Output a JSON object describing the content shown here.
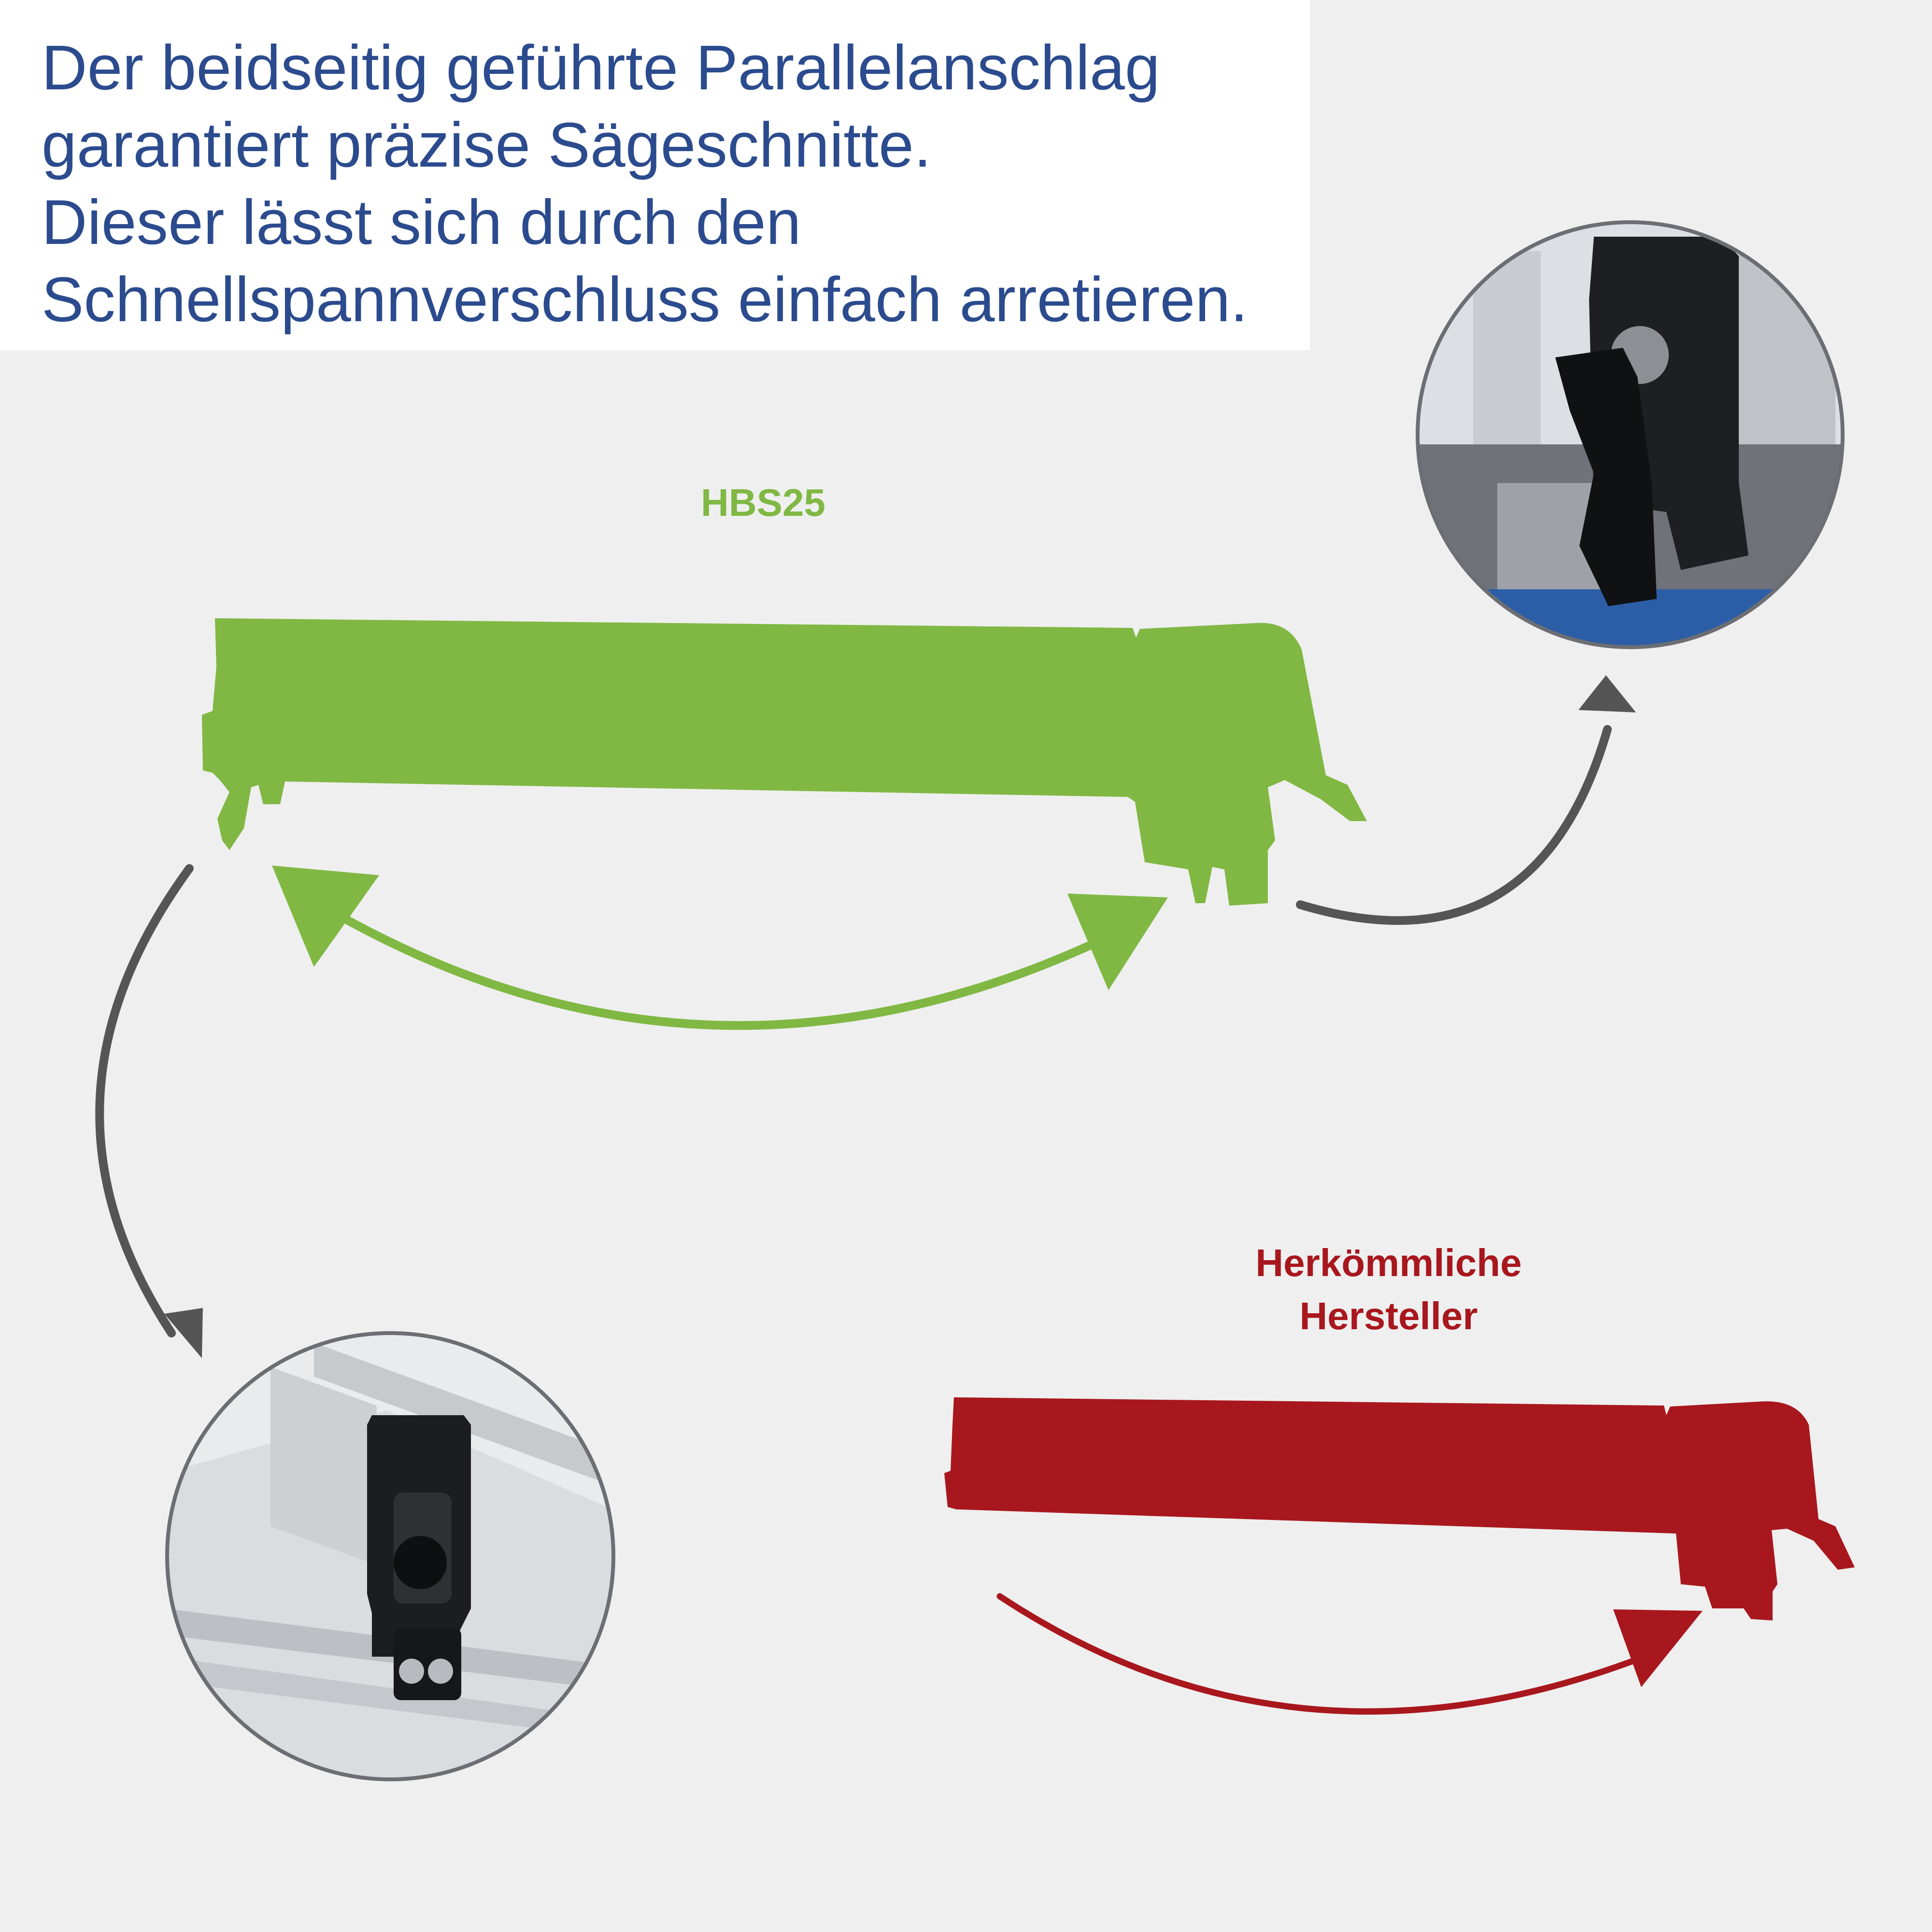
{
  "headline": {
    "line1": "Der beidseitig geführte Parallelanschlag",
    "line2": "garantiert präzise Sägeschnitte.",
    "line3": "Dieser lässt sich durch den",
    "line4": "Schnellspannverschluss einfach arretieren."
  },
  "products": {
    "hbs25": {
      "label": "HBS25",
      "color": "#80b843"
    },
    "conventional": {
      "line1": "Herkömmliche",
      "line2": "Hersteller",
      "color": "#a8171d"
    }
  },
  "colors": {
    "headline_text": "#2b4b8e",
    "arrow_gray": "#555555",
    "background": "#efefef"
  },
  "insets": [
    {
      "name": "front-clamp-closeup",
      "subject": "black quick-release clamp lever on fence head"
    },
    {
      "name": "rear-guide-closeup",
      "subject": "black rear guide block with screws on aluminium rail"
    }
  ]
}
